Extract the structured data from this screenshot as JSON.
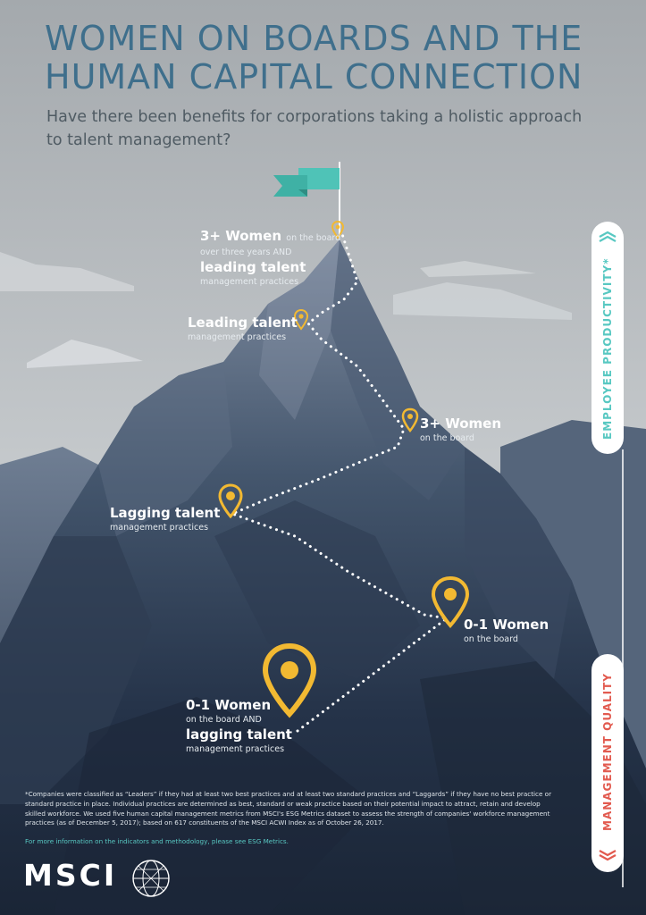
{
  "header": {
    "title": "WOMEN ON BOARDS AND THE HUMAN CAPITAL CONNECTION",
    "subtitle": "Have there been benefits for corporations taking a holistic approach to talent management?"
  },
  "stages": {
    "s1": {
      "line1": "0-1 Women",
      "line2": "on the board AND",
      "line3": "lagging talent",
      "line4": "management practices"
    },
    "s2": {
      "line1": "0-1 Women",
      "line2": "on the board"
    },
    "s3": {
      "line1": "Lagging talent",
      "line2": "management practices"
    },
    "s4": {
      "line1": "3+ Women",
      "line2": "on the board"
    },
    "s5": {
      "line1": "Leading talent",
      "line2": "management practices"
    },
    "s6": {
      "line1": "3+ Women",
      "line1b": "on the board",
      "line2": "over three years AND",
      "line3": "leading talent",
      "line4": "management practices"
    }
  },
  "gauge": {
    "top_label": "EMPLOYEE PRODUCTIVITY*",
    "bottom_label": "MANAGEMENT QUALITY"
  },
  "footer": {
    "footnote": "*Companies were classified as “Leaders” if they had at least two best practices and at least two standard practices and “Laggards” if they have no best practice or standard practice in place. Individual practices are determined as best, standard or weak practice based on their potential impact to attract, retain and develop skilled workforce. We used five human capital management metrics from MSCI's ESG Metrics dataset to assess the strength of companies' workforce management practices (as of December 5, 2017); based on 617 constituents of the MSCI ACWI Index as of October 26, 2017.",
    "more_info": "For more information on the indicators and methodology, please see ESG Metrics.",
    "logo": "MSCI"
  },
  "icons": {
    "pin": "map-pin-icon",
    "flag": "flag-icon",
    "chevron_up": "chevron-up-icon",
    "chevron_down": "chevron-down-icon",
    "globe": "globe-logo-icon"
  },
  "colors": {
    "title": "#3f6f8c",
    "pin": "#f2b932",
    "flag": "#4fc3b7",
    "accent_teal": "#58c8c2",
    "accent_red": "#e25a4f",
    "mountain_dark": "#1f2c3e"
  }
}
